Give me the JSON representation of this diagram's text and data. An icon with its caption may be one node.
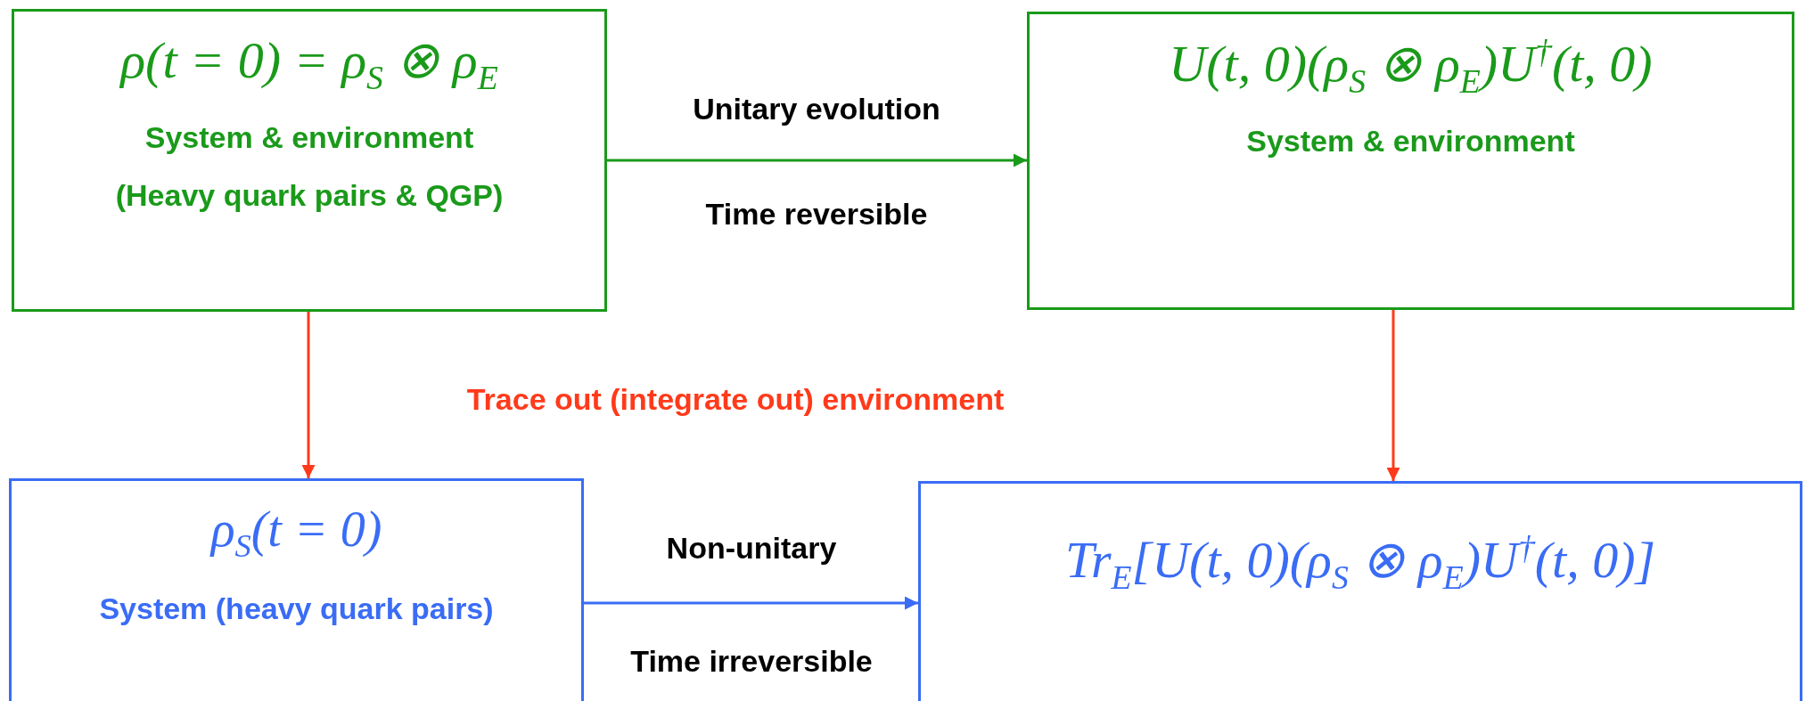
{
  "diagram": {
    "nodes": [
      {
        "text": [
          "ρ(t = 0) = ρ$_{S}$ ⊗ ρ$_{E}$",
          "System & environment",
          "(Heavy quark pairs & QGP)"
        ]
      },
      {
        "text": [
          "U(t, 0)(ρ$_{S}$ ⊗ ρ$_{E}$)U$^{†}$(t, 0)",
          "System & environment"
        ]
      },
      {
        "text": [
          "ρ$_{S}$(t = 0)",
          "System (heavy quark pairs)"
        ]
      },
      {
        "text": [
          "Tr$_{E}$[U(t, 0)(ρ$_{S}$ ⊗ ρ$_{E}$)U$^{†}$(t, 0)]"
        ]
      }
    ],
    "edges": [
      {
        "from": 0,
        "to": 1,
        "arrow": "to",
        "label": "Unitary evolution",
        "color": "#1a9a1a"
      },
      {
        "from": 0,
        "to": 2,
        "arrow": "to",
        "color": "#ff3a1a"
      },
      {
        "from": 1,
        "to": 3,
        "arrow": "to",
        "color": "#ff3a1a"
      },
      {
        "from": 2,
        "to": 3,
        "arrow": "to",
        "label": "Non-unitary",
        "color": "#3a6cf5"
      }
    ],
    "labels": [
      "Time reversible",
      "Trace out (integrate out) environment",
      "Time irreversible"
    ]
  }
}
